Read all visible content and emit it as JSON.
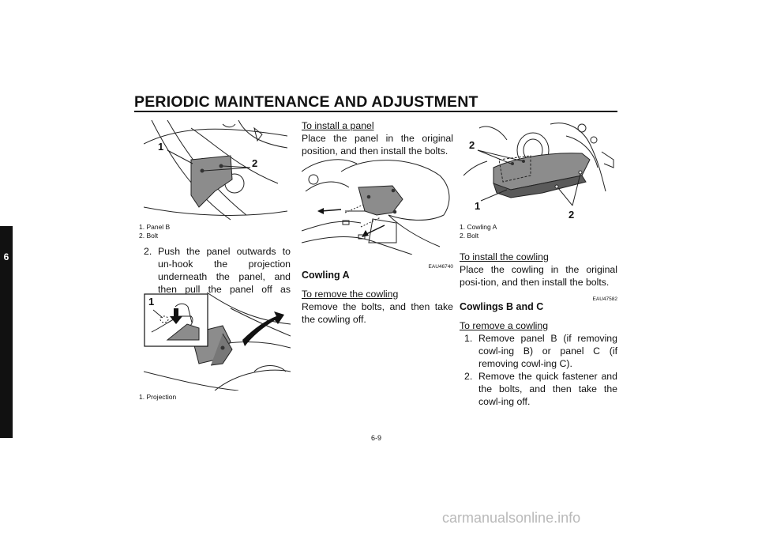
{
  "header": {
    "title": "PERIODIC MAINTENANCE AND ADJUSTMENT"
  },
  "side_tab": {
    "chapter": "6"
  },
  "col1": {
    "fig1": {
      "callout_1": "1",
      "callout_2": "2",
      "caption_1": "1. Panel B",
      "caption_2": "2. Bolt"
    },
    "step2": {
      "num": "2.",
      "text": "Push the panel outwards to un-hook the projection underneath the panel, and then pull the panel off as shown."
    },
    "fig2": {
      "callout_1": "1",
      "caption_1": "1. Projection"
    }
  },
  "col2": {
    "install_panel": {
      "heading": "To install a panel",
      "text": "Place the panel in the original position, and then install the bolts."
    },
    "code_1": "EAU46740",
    "cowling_a": {
      "heading": "Cowling A"
    },
    "remove_cowling": {
      "heading": "To remove the cowling",
      "text": "Remove the bolts, and then take the cowling off."
    }
  },
  "col3": {
    "fig3": {
      "callout_1": "1",
      "callout_2a": "2",
      "callout_2b": "2",
      "caption_1": "1. Cowling A",
      "caption_2": "2. Bolt"
    },
    "install_cowling": {
      "heading": "To install the cowling",
      "text": "Place the cowling in the original posi-tion, and then install the bolts."
    },
    "code_2": "EAU47582",
    "cowlings_bc": {
      "heading": "Cowlings B and C"
    },
    "remove_a_cowling": {
      "heading": "To remove a cowling",
      "steps": [
        {
          "num": "1.",
          "text": "Remove panel B (if removing cowl-ing B) or panel C (if removing cowl-ing C)."
        },
        {
          "num": "2.",
          "text": "Remove the quick fastener and the bolts, and then take the cowl-ing off."
        }
      ]
    }
  },
  "page_number": "6-9",
  "footer": "carmanualsonline.info"
}
